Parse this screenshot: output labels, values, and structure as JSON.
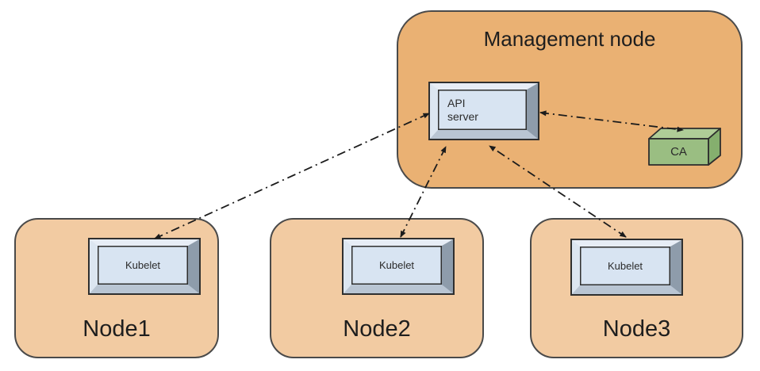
{
  "management_node": {
    "title": "Management node",
    "api_server": {
      "label": "API server"
    },
    "ca": {
      "label": "CA"
    }
  },
  "worker_nodes": [
    {
      "label": "Node1",
      "component": {
        "label": "Kubelet"
      }
    },
    {
      "label": "Node2",
      "component": {
        "label": "Kubelet"
      }
    },
    {
      "label": "Node3",
      "component": {
        "label": "Kubelet"
      }
    }
  ],
  "connections": [
    {
      "from": "API server",
      "to": "Kubelet (Node1)",
      "style": "dash-dot",
      "bidirectional": true
    },
    {
      "from": "API server",
      "to": "Kubelet (Node2)",
      "style": "dash-dot",
      "bidirectional": true
    },
    {
      "from": "API server",
      "to": "Kubelet (Node3)",
      "style": "dash-dot",
      "bidirectional": true
    },
    {
      "from": "API server",
      "to": "CA",
      "style": "dash-dot",
      "bidirectional": true
    }
  ],
  "colors": {
    "management_fill": "#EAB173",
    "worker_fill": "#F2CBA2",
    "component_face": "#D8E4F2",
    "ca_front": "#9ABE82",
    "ca_top": "#AFCD97",
    "ca_side": "#85AF6E",
    "outline": "#2f2f2f",
    "arrow": "#1c1c1c"
  }
}
